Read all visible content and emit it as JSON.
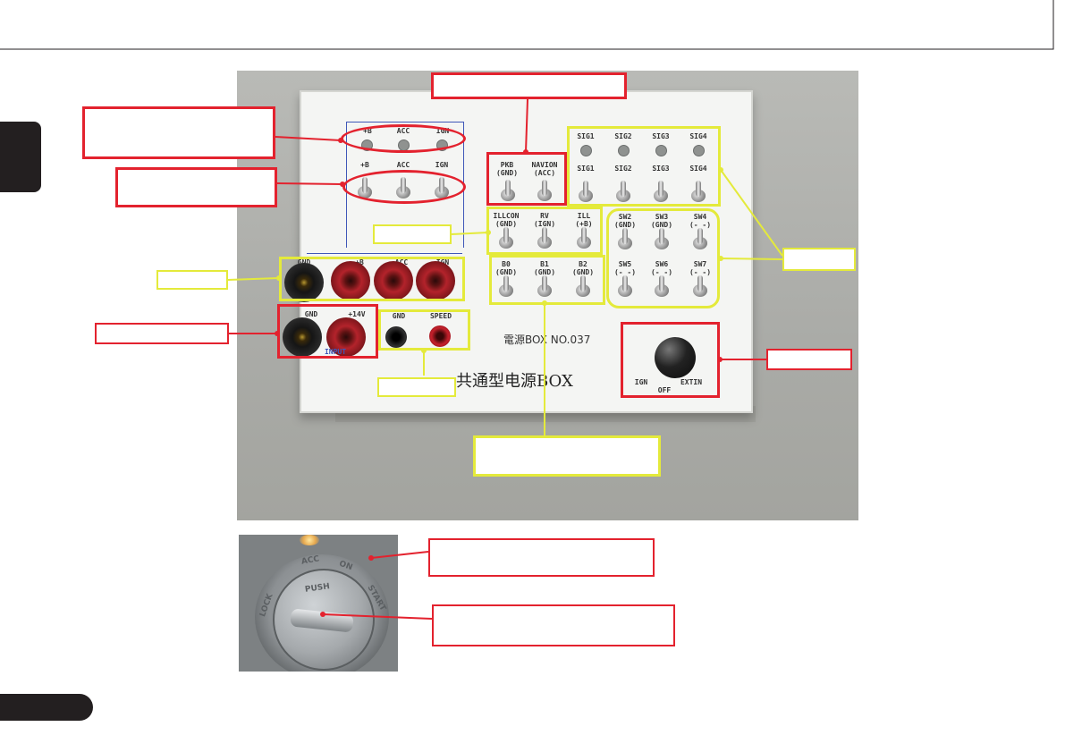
{
  "panel": {
    "title": "共通型电源BOX",
    "plate": "電源BOX NO.037",
    "battery_leds": [
      "+B",
      "ACC",
      "IGN"
    ],
    "battery_switches": [
      "+B",
      "ACC",
      "IGN"
    ],
    "top_switches": [
      "PKB\n(GND)",
      "NAVION\n(ACC)"
    ],
    "sig_leds": [
      "SIG1",
      "SIG2",
      "SIG3",
      "SIG4"
    ],
    "sig_switches": [
      "SIG1",
      "SIG2",
      "SIG3",
      "SIG4"
    ],
    "mid_switches": [
      "ILLCON\n(GND)",
      "RV\n(IGN)",
      "ILL\n(+B)"
    ],
    "b_switches": [
      "B0\n(GND)",
      "B1\n(GND)",
      "B2\n(GND)"
    ],
    "sw_row1": [
      "SW2\n(GND)",
      "SW3\n(GND)",
      "SW4\n(- -)"
    ],
    "sw_row2": [
      "SW5\n(- -)",
      "SW6\n(- -)",
      "SW7\n(- -)"
    ],
    "output_posts": [
      "GND",
      "+B",
      "ACC",
      "IGN"
    ],
    "input_posts": [
      "GND",
      "+14V"
    ],
    "input_label": "INPUT",
    "speed_jacks": [
      "GND",
      "SPEED"
    ],
    "knob_positions": [
      "IGN",
      "OFF",
      "EXTIN"
    ]
  },
  "key": {
    "labels": [
      "LOCK",
      "ACC",
      "ON",
      "START",
      "PUSH"
    ]
  },
  "colors": {
    "red_callout": "#e3222e",
    "yellow_callout": "#e4ea3b",
    "panel_blue_line": "#3f57b8",
    "tab_black": "#231f20"
  }
}
